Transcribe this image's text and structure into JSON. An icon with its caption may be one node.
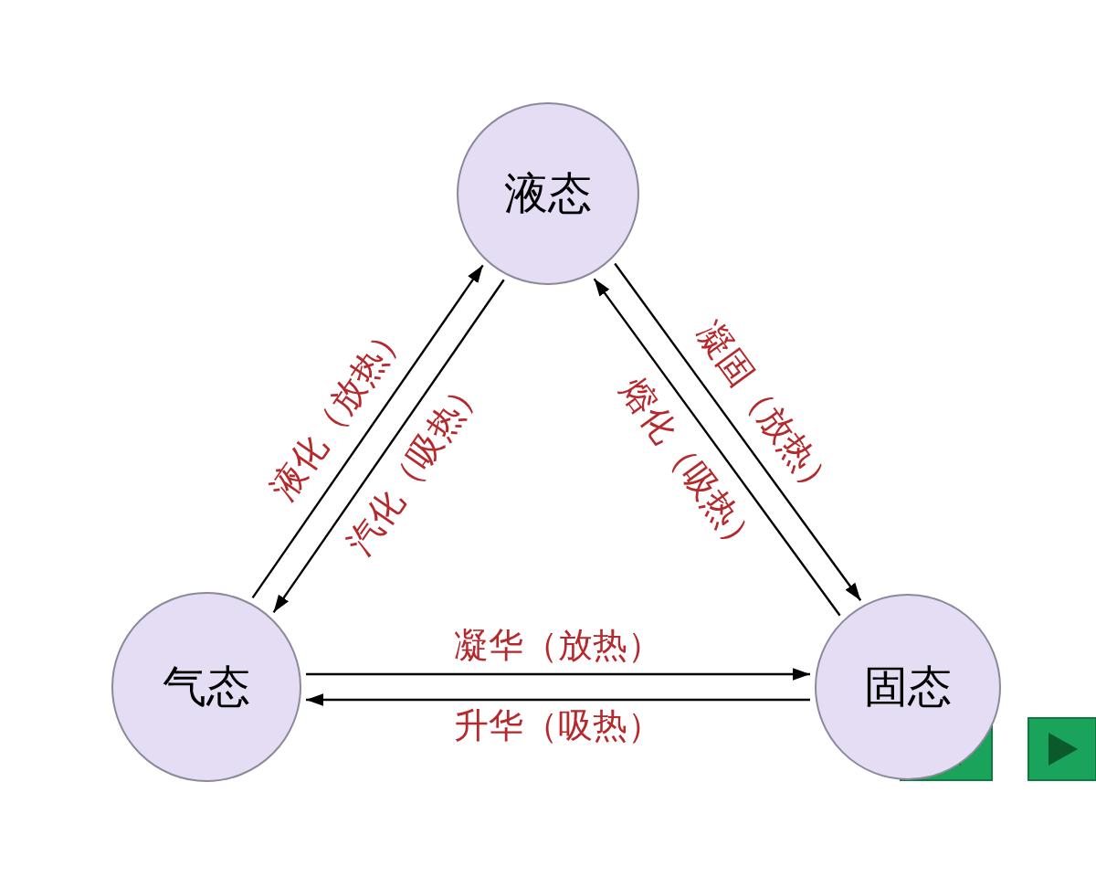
{
  "diagram": {
    "nodes": [
      {
        "text": [
          "液态"
        ]
      },
      {
        "text": [
          "气态"
        ]
      },
      {
        "text": [
          "固态"
        ]
      }
    ],
    "edges": [
      {
        "from": 1,
        "to": 0,
        "arrow": "to",
        "label": "液化（放热）"
      },
      {
        "from": 0,
        "to": 1,
        "arrow": "to",
        "label": "汽化（吸热）"
      },
      {
        "from": 0,
        "to": 2,
        "arrow": "to",
        "label": "凝固（放热）"
      },
      {
        "from": 2,
        "to": 0,
        "arrow": "to",
        "label": "熔化（吸热）"
      },
      {
        "from": 1,
        "to": 2,
        "arrow": "to",
        "label": "凝华（放热）"
      },
      {
        "from": 2,
        "to": 1,
        "arrow": "to",
        "label": "升华（吸热）"
      }
    ]
  }
}
